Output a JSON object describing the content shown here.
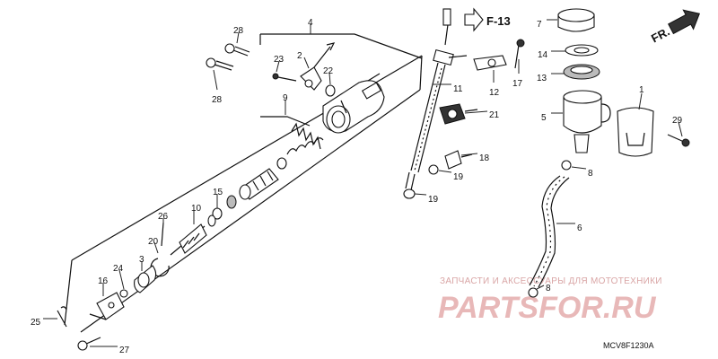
{
  "diagram": {
    "code": "MCV8F1230A",
    "ref_label": "F-13",
    "direction_label": "FR.",
    "callouts": [
      {
        "id": "c1",
        "label": "1"
      },
      {
        "id": "c2",
        "label": "2"
      },
      {
        "id": "c3",
        "label": "3"
      },
      {
        "id": "c4",
        "label": "4"
      },
      {
        "id": "c5",
        "label": "5"
      },
      {
        "id": "c6",
        "label": "6"
      },
      {
        "id": "c7",
        "label": "7"
      },
      {
        "id": "c8a",
        "label": "8"
      },
      {
        "id": "c8b",
        "label": "8"
      },
      {
        "id": "c9",
        "label": "9"
      },
      {
        "id": "c10",
        "label": "10"
      },
      {
        "id": "c11",
        "label": "11"
      },
      {
        "id": "c12",
        "label": "12"
      },
      {
        "id": "c13",
        "label": "13"
      },
      {
        "id": "c14",
        "label": "14"
      },
      {
        "id": "c15",
        "label": "15"
      },
      {
        "id": "c16",
        "label": "16"
      },
      {
        "id": "c17",
        "label": "17"
      },
      {
        "id": "c18",
        "label": "18"
      },
      {
        "id": "c19a",
        "label": "19"
      },
      {
        "id": "c19b",
        "label": "19"
      },
      {
        "id": "c20",
        "label": "20"
      },
      {
        "id": "c21",
        "label": "21"
      },
      {
        "id": "c22",
        "label": "22"
      },
      {
        "id": "c23",
        "label": "23"
      },
      {
        "id": "c24",
        "label": "24"
      },
      {
        "id": "c25",
        "label": "25"
      },
      {
        "id": "c26",
        "label": "26"
      },
      {
        "id": "c27",
        "label": "27"
      },
      {
        "id": "c28a",
        "label": "28"
      },
      {
        "id": "c28b",
        "label": "28"
      },
      {
        "id": "c29",
        "label": "29"
      }
    ]
  },
  "watermark": {
    "subtitle": "ЗАПЧАСТИ И АКСЕССУАРЫ ДЛЯ МОТОТЕХНИКИ",
    "brand": "PARTSFOR.RU",
    "color": "#e8b8b8"
  }
}
